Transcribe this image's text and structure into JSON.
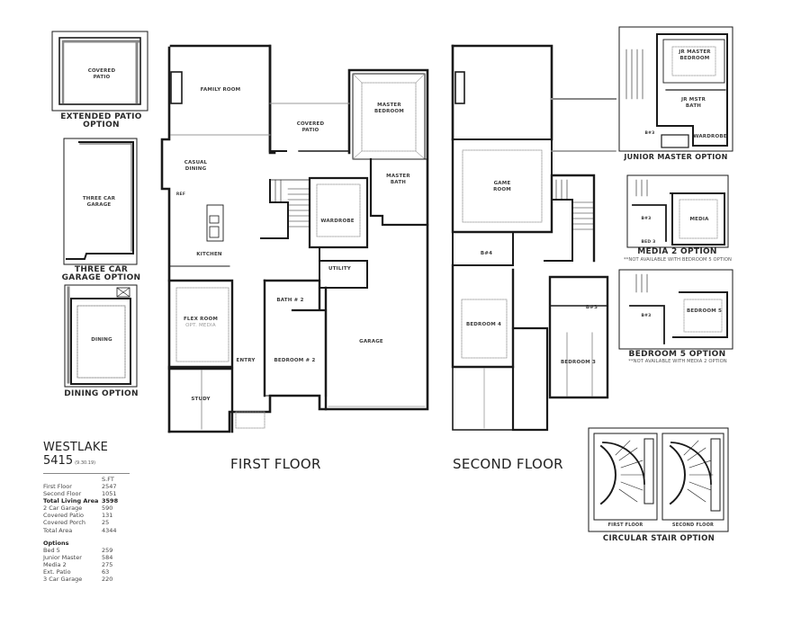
{
  "plan": {
    "name": "WESTLAKE",
    "number": "5415",
    "revision": "(9.30.19)"
  },
  "area_table": {
    "unit_header": "S.FT",
    "rows": [
      {
        "label": "First Floor",
        "value": "2547",
        "bold": false
      },
      {
        "label": "Second Floor",
        "value": "1051",
        "bold": false
      },
      {
        "label": "Total Living Area",
        "value": "3598",
        "bold": true
      },
      {
        "label": "2 Car Garage",
        "value": "590",
        "bold": false
      },
      {
        "label": "Covered Patio",
        "value": "131",
        "bold": false
      },
      {
        "label": "Covered Porch",
        "value": "25",
        "bold": false
      },
      {
        "label": "Total Area",
        "value": "4344",
        "bold": false
      }
    ],
    "options_header": "Options",
    "options": [
      {
        "label": "Bed 5",
        "value": "259"
      },
      {
        "label": "Junior Master",
        "value": "584"
      },
      {
        "label": "Media 2",
        "value": "275"
      },
      {
        "label": "Ext. Patio",
        "value": "63"
      },
      {
        "label": "3 Car Garage",
        "value": "220"
      }
    ]
  },
  "first_floor": {
    "title": "FIRST FLOOR",
    "rooms": {
      "family_room": "FAMILY ROOM",
      "covered_patio": "COVERED\nPATIO",
      "master_bedroom": "MASTER\nBEDROOM",
      "casual_dining": "CASUAL\nDINING",
      "master_bath": "MASTER\nBATH",
      "wardrobe": "WARDROBE",
      "kitchen": "KITCHEN",
      "utility": "UTILITY",
      "bath_2": "BATH # 2",
      "flex_room": "FLEX ROOM",
      "flex_room_sub": "OPT. MEDIA",
      "garage": "GARAGE",
      "entry": "ENTRY",
      "bedroom_2": "BEDROOM # 2",
      "study": "STUDY",
      "ref": "REF"
    }
  },
  "second_floor": {
    "title": "SECOND FLOOR",
    "rooms": {
      "game_room": "GAME\nROOM",
      "bath_4": "B#4",
      "bedroom_4": "BEDROOM 4",
      "bath_3": "B#3",
      "bedroom_3": "BEDROOM 3"
    }
  },
  "options": {
    "extended_patio": {
      "room": "COVERED\nPATIO",
      "caption": "EXTENDED PATIO\nOPTION"
    },
    "three_car_garage": {
      "room": "THREE CAR\nGARAGE",
      "caption": "THREE CAR\nGARAGE OPTION"
    },
    "dining": {
      "room": "DINING",
      "caption": "DINING OPTION"
    },
    "junior_master": {
      "rooms": {
        "bedroom": "JR MASTER\nBEDROOM",
        "bath": "JR MSTR\nBATH",
        "wardrobe": "WARDROBE",
        "bath_3": "B#3"
      },
      "caption": "JUNIOR MASTER OPTION"
    },
    "media_2": {
      "rooms": {
        "media": "MEDIA",
        "bath_3": "B#3",
        "bed_3": "BED 3"
      },
      "caption": "MEDIA 2 OPTION",
      "note": "**NOT AVAILABLE WITH BEDROOM 5 OPTION"
    },
    "bedroom_5": {
      "rooms": {
        "bedroom": "BEDROOM 5",
        "bath_3": "B#3"
      },
      "caption": "BEDROOM 5 OPTION",
      "note": "**NOT AVAILABLE WITH MEDIA 2 OPTION"
    },
    "circular_stair": {
      "first": "FIRST FLOOR",
      "second": "SECOND FLOOR",
      "caption": "CIRCULAR STAIR OPTION"
    }
  },
  "colors": {
    "wall": "#1a1a1a",
    "dashed": "#8a8a8a",
    "text": "#2b2b2b",
    "background": "#ffffff"
  }
}
